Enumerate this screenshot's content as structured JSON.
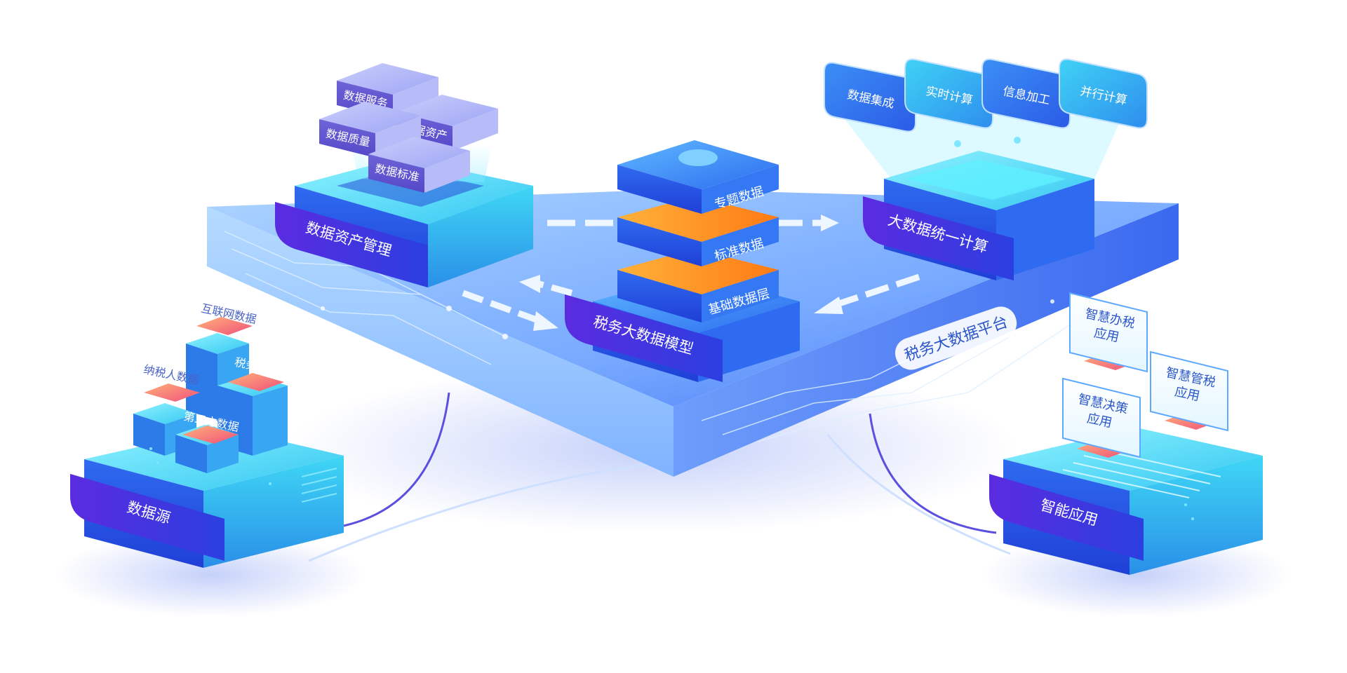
{
  "diagram": {
    "platform": {
      "label": "税务大数据平台"
    },
    "center": {
      "label": "税务大数据模型",
      "layers": [
        "专题数据",
        "标准数据",
        "基础数据层"
      ]
    },
    "asset": {
      "label": "数据资产管理",
      "blocks": [
        "数据服务",
        "数据质量",
        "数据资产",
        "数据标准"
      ]
    },
    "compute": {
      "label": "大数据统一计算",
      "cards": [
        "数据集成",
        "实时计算",
        "信息加工",
        "并行计算"
      ]
    },
    "source": {
      "label": "数据源",
      "items": [
        "互联网数据",
        "纳税人数据",
        "税务数据",
        "第三方数据"
      ]
    },
    "app": {
      "label": "智能应用",
      "cards": [
        "智慧办税\n应用",
        "智慧管税\n应用",
        "智慧决策\n应用"
      ]
    },
    "colors": {
      "primary_blue": "#2f6bf0",
      "deep_blue": "#1f3fd6",
      "violet": "#5b2be0",
      "cyan": "#3fd7f5",
      "orange": "#ff9a1f",
      "lavender": "#9fa6f5",
      "pink": "#f06a8a"
    }
  }
}
